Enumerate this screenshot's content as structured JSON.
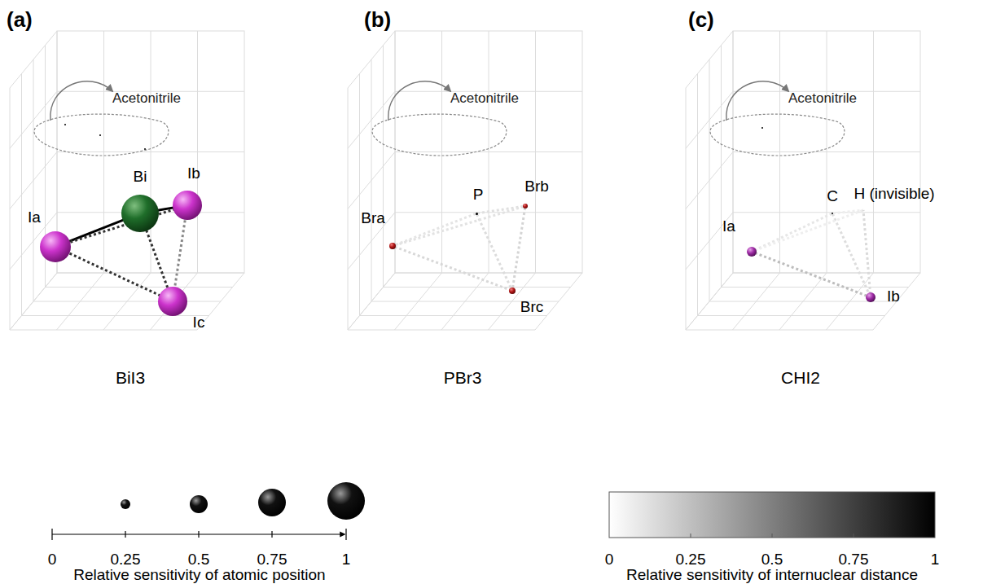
{
  "diagram": {
    "nodes": [
      {
        "text": [
          "Ia"
        ]
      },
      {
        "text": [
          "Bi"
        ]
      },
      {
        "text": [
          "Ib"
        ]
      },
      {
        "text": [
          "Ic"
        ]
      },
      {
        "text": [
          "Bra"
        ]
      },
      {
        "text": [
          "P"
        ]
      },
      {
        "text": [
          "Brb"
        ]
      },
      {
        "text": [
          "Brc"
        ]
      },
      {
        "text": [
          "Ia"
        ]
      },
      {
        "text": [
          "C"
        ]
      },
      {
        "text": [
          "H (invisible)"
        ]
      },
      {
        "text": [
          "Ib"
        ]
      }
    ],
    "edges": [
      {
        "from": 1,
        "to": 0,
        "arrow": "none"
      },
      {
        "from": 1,
        "to": 2,
        "arrow": "none"
      },
      {
        "from": 1,
        "to": 3,
        "arrow": "none"
      },
      {
        "from": 0,
        "to": 2,
        "arrow": "none"
      },
      {
        "from": 0,
        "to": 3,
        "arrow": "none"
      },
      {
        "from": 2,
        "to": 3,
        "arrow": "none"
      },
      {
        "from": 5,
        "to": 4,
        "arrow": "none"
      },
      {
        "from": 5,
        "to": 6,
        "arrow": "none"
      },
      {
        "from": 5,
        "to": 7,
        "arrow": "none"
      },
      {
        "from": 4,
        "to": 6,
        "arrow": "none"
      },
      {
        "from": 4,
        "to": 7,
        "arrow": "none"
      },
      {
        "from": 6,
        "to": 7,
        "arrow": "none"
      },
      {
        "from": 9,
        "to": 8,
        "arrow": "none"
      },
      {
        "from": 9,
        "to": 11,
        "arrow": "none"
      },
      {
        "from": 9,
        "to": 10,
        "arrow": "none"
      },
      {
        "from": 8,
        "to": 11,
        "arrow": "none"
      },
      {
        "from": 8,
        "to": 10,
        "arrow": "none"
      },
      {
        "from": 11,
        "to": 10,
        "arrow": "none"
      }
    ],
    "labels": [
      "(a)",
      "(b)",
      "(c)",
      "Acetonitrile",
      "Acetonitrile",
      "Acetonitrile",
      "BiI3",
      "PBr3",
      "CHI2",
      "0",
      "0.25",
      "0.5",
      "0.75",
      "1",
      "Relative sensitivity of atomic position",
      "0",
      "0.25",
      "0.5",
      "0.75",
      "1",
      "Relative sensitivity of internuclear distance"
    ]
  }
}
